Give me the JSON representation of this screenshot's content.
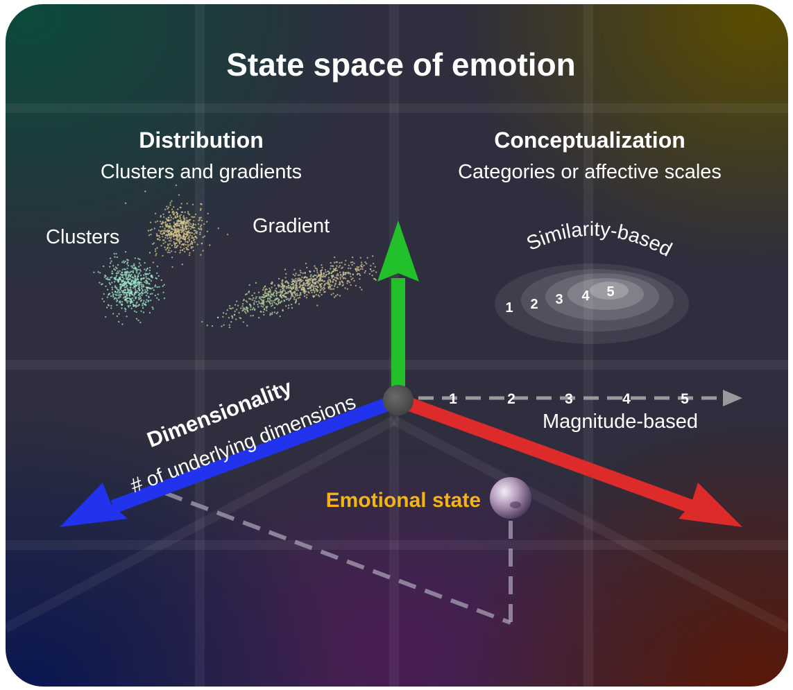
{
  "title": "State space of emotion",
  "distribution": {
    "heading": "Distribution",
    "subheading": "Clusters and gradients",
    "clusters_label": "Clusters",
    "gradient_label": "Gradient"
  },
  "conceptualization": {
    "heading": "Conceptualization",
    "subheading": "Categories or affective scales",
    "similarity_label": "Similarity-based",
    "similarity_levels": [
      "1",
      "2",
      "3",
      "4",
      "5"
    ],
    "magnitude_label": "Magnitude-based",
    "magnitude_ticks": [
      "1",
      "2",
      "3",
      "4",
      "5"
    ]
  },
  "dimensionality": {
    "heading": "Dimensionality",
    "subheading": "# of underlying dimensions"
  },
  "emotional_state_label": "Emotional state",
  "colors": {
    "vertical_axis": "#22c02a",
    "left_axis": "#2233ee",
    "right_axis": "#dd2a2a",
    "emotional_state": "#f2b416",
    "scale_arrow": "#9a9a9a"
  }
}
